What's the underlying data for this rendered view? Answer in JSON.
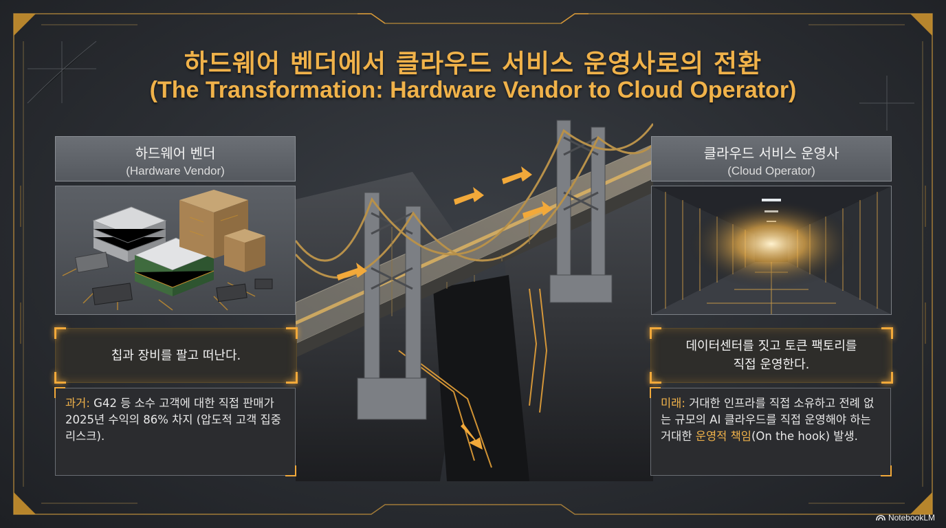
{
  "title": {
    "korean": "하드웨어 벤더에서 클라우드 서비스 운영사로의 전환",
    "english": "(The Transformation: Hardware Vendor to Cloud Operator)"
  },
  "left": {
    "header_ko": "하드웨어 벤더",
    "header_en": "(Hardware Vendor)",
    "callout": "칩과 장비를 팔고 떠난다.",
    "note_lead": "과거:",
    "note_text": " G42 등 소수 고객에 대한 직접 판매가 2025년 수익의 86% 차지 (압도적 고객 집중 리스크)."
  },
  "right": {
    "header_ko": "클라우드 서비스 운영사",
    "header_en": "(Cloud Operator)",
    "callout_line1": "데이터센터를 짓고 토큰 팩토리를",
    "callout_line2": "직접 운영한다.",
    "note_lead": "미래:",
    "note_text1": " 거대한 인프라를 직접 소유하고 전례 없는 규모의 AI 클라우드를 직접 운영해야 하는 거대한 ",
    "note_highlight": "운영적 책임",
    "note_text2": "(On the hook) 발생."
  },
  "brand": "NotebookLM",
  "colors": {
    "accent": "#f0b24a",
    "background": "#2a2d32",
    "panel": "#5f6369"
  },
  "icons": [
    "chip-stack-icon",
    "crate-icon",
    "bridge-icon",
    "server-corridor-icon",
    "notebooklm-logo-icon"
  ]
}
